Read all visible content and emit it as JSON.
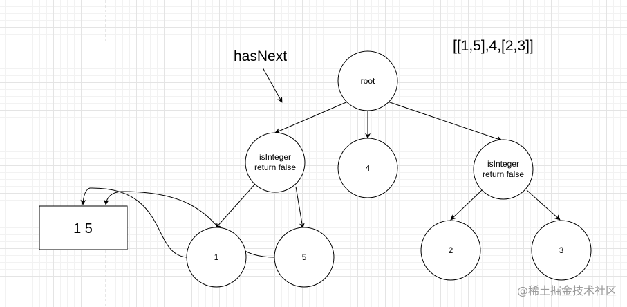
{
  "annotations": {
    "hasnext_label": "hasNext",
    "input_label": "[[1,5],4,[2,3]]"
  },
  "nodes": {
    "root": "root",
    "left_line1": "isInteger",
    "left_line2": "return false",
    "middle": "4",
    "right_line1": "isInteger",
    "right_line2": "return false",
    "leaf_1": "1",
    "leaf_5": "5",
    "leaf_2": "2",
    "leaf_3": "3"
  },
  "output_box": {
    "text": "1 5"
  },
  "watermark": "@稀土掘金技术社区",
  "colors": {
    "stroke": "#000000",
    "grid": "#e4e4e4",
    "dashed_guide": "#cfcfcf",
    "watermark": "#9a9a9a"
  }
}
